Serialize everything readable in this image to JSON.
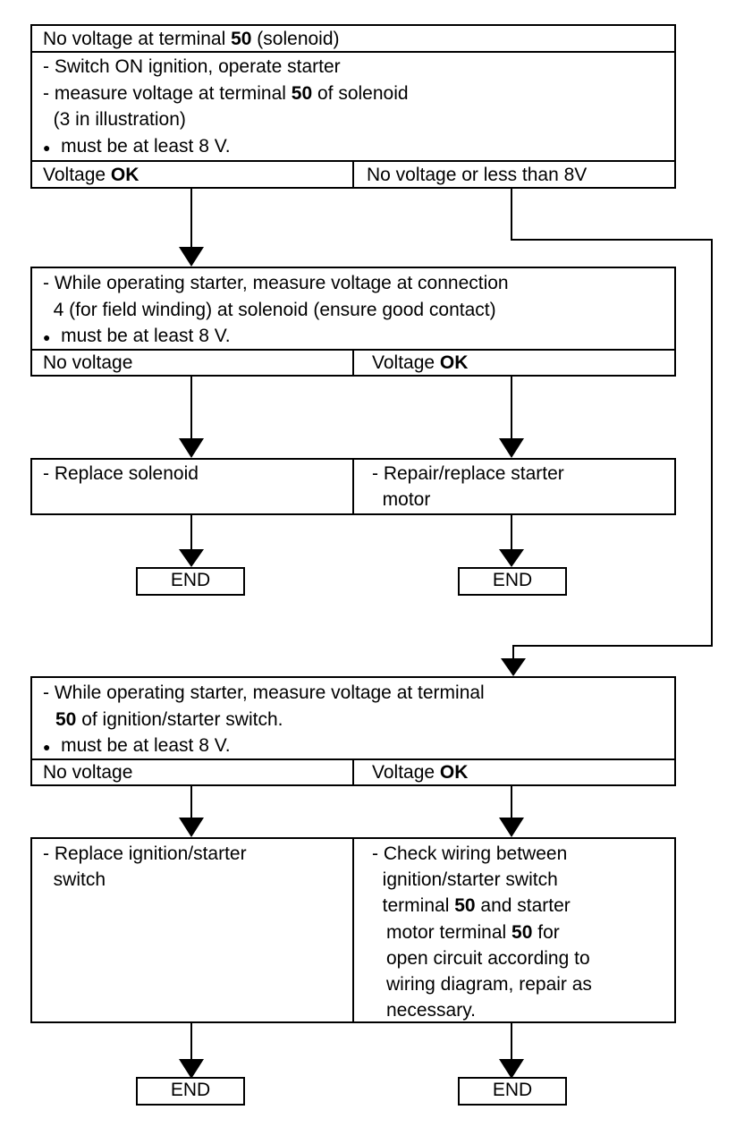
{
  "step1": {
    "header_pre": "No voltage at terminal ",
    "header_bold": "50",
    "header_post": " (solenoid)",
    "line1": "- Switch ON ignition, operate starter",
    "line2_pre": "- measure voltage at terminal ",
    "line2_bold": "50",
    "line2_post": " of solenoid",
    "line3": "  (3 in illustration)",
    "line4_bullet": "●",
    "line4": "  must be at least 8 V.",
    "left_pre": "Voltage ",
    "left_bold": "OK",
    "right": "No voltage or less than 8V"
  },
  "step2": {
    "line1": "- While operating starter, measure voltage at connection",
    "line2": "  4 (for field winding) at solenoid (ensure good contact)",
    "line3_bullet": "●",
    "line3": "  must be at least 8 V.",
    "left": "No voltage",
    "right_pre": "Voltage ",
    "right_bold": "OK"
  },
  "step2_actions": {
    "left": "- Replace solenoid",
    "right_line1": "- Repair/replace starter",
    "right_line2": "  motor"
  },
  "step3": {
    "line1": "- While operating starter, measure voltage at terminal",
    "line2_bold": "50",
    "line2_post": " of ignition/starter switch.",
    "line3_bullet": "●",
    "line3": "  must be at least 8 V.",
    "left": "No voltage",
    "right_pre": "Voltage ",
    "right_bold": "OK"
  },
  "step3_actions": {
    "left_line1": "- Replace ignition/starter",
    "left_line2": "  switch",
    "right_line1": "- Check wiring between",
    "right_line2": "  ignition/starter switch",
    "right_line3_pre": "  terminal ",
    "right_line3_bold": "50",
    "right_line3_post": " and starter",
    "right_line4_pre": "motor terminal ",
    "right_line4_bold": "50",
    "right_line4_post": " for",
    "right_line5": "open circuit according to",
    "right_line6": "wiring diagram, repair as",
    "right_line7": "necessary."
  },
  "end_label": "END"
}
